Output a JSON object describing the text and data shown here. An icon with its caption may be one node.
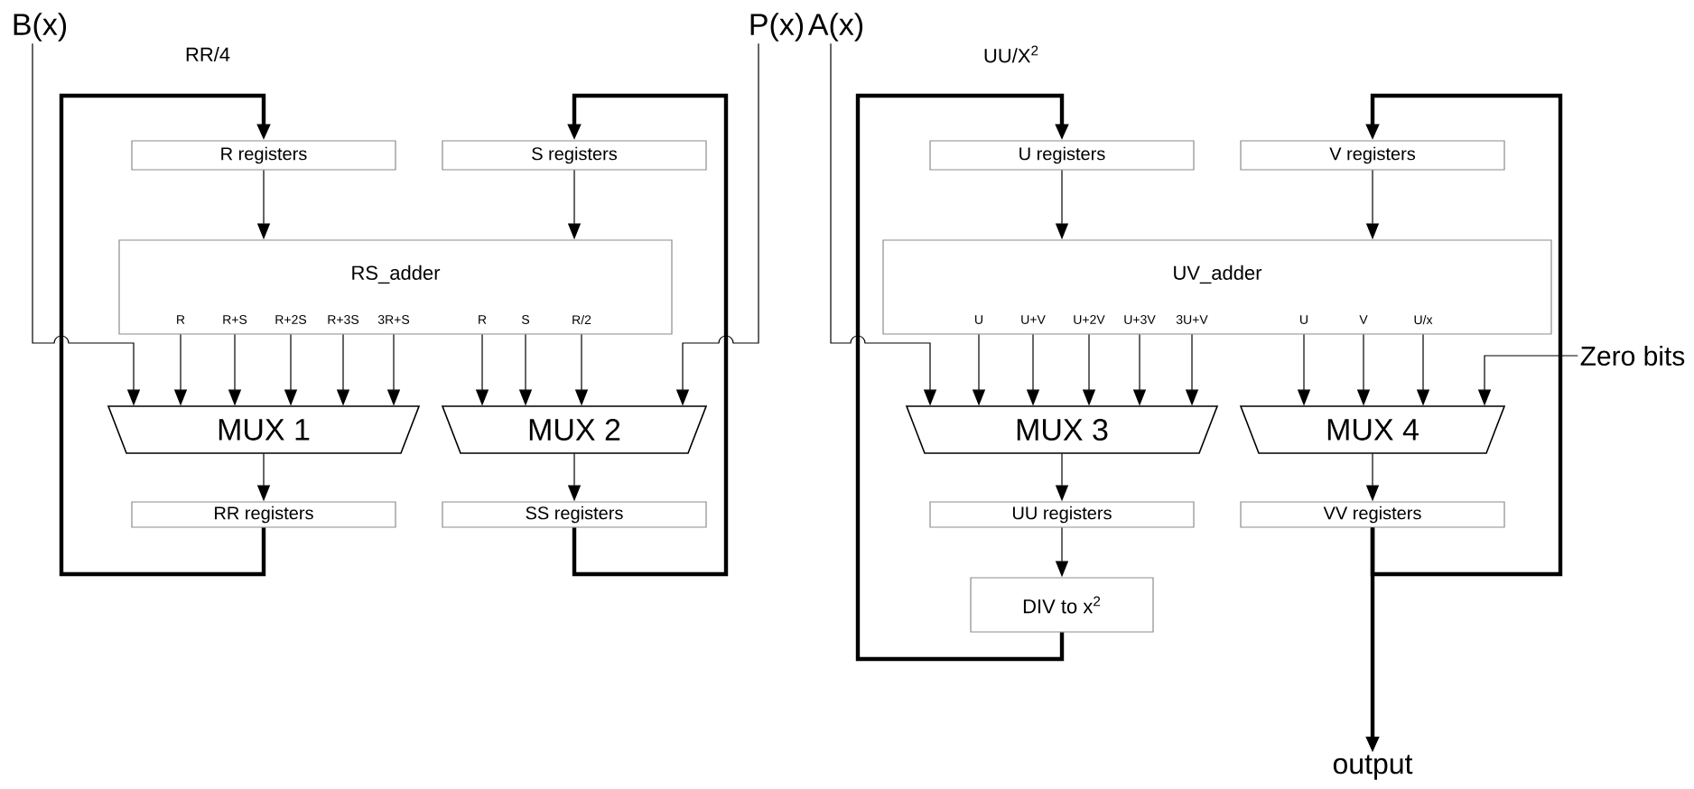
{
  "diagram": {
    "nodes": [
      {
        "text": [
          "B(x)"
        ]
      },
      {
        "text": [
          "P(x)"
        ]
      },
      {
        "text": [
          "R registers"
        ]
      },
      {
        "text": [
          "S registers"
        ]
      },
      {
        "text": [
          "RS_adder",
          "R",
          "R+S",
          "R+2S",
          "R+3S",
          "3R+S",
          "R",
          "S",
          "R/2"
        ]
      },
      {
        "text": [
          "MUX 1"
        ]
      },
      {
        "text": [
          "MUX 2"
        ]
      },
      {
        "text": [
          "RR registers"
        ]
      },
      {
        "text": [
          "SS registers"
        ]
      },
      {
        "text": [
          "A(x)"
        ]
      },
      {
        "text": [
          "U registers"
        ]
      },
      {
        "text": [
          "V registers"
        ]
      },
      {
        "text": [
          "UV_adder",
          "U",
          "U+V",
          "U+2V",
          "U+3V",
          "3U+V",
          "U",
          "V",
          "U/x"
        ]
      },
      {
        "text": [
          "MUX 3"
        ]
      },
      {
        "text": [
          "MUX 4"
        ]
      },
      {
        "text": [
          "UU registers"
        ]
      },
      {
        "text": [
          "VV registers"
        ]
      },
      {
        "text": [
          "DIV to x$^{2}$"
        ]
      },
      {
        "text": [
          "Zero bits"
        ]
      },
      {
        "text": [
          "output"
        ]
      }
    ],
    "edges": [
      {
        "from": 0,
        "to": 5,
        "arrow": "to"
      },
      {
        "from": 1,
        "to": 6,
        "arrow": "to"
      },
      {
        "from": 2,
        "to": 4,
        "arrow": "to"
      },
      {
        "from": 3,
        "to": 4,
        "arrow": "to"
      },
      {
        "from": 4,
        "to": 5,
        "arrow": "to"
      },
      {
        "from": 4,
        "to": 5,
        "arrow": "to"
      },
      {
        "from": 4,
        "to": 5,
        "arrow": "to"
      },
      {
        "from": 4,
        "to": 5,
        "arrow": "to"
      },
      {
        "from": 4,
        "to": 5,
        "arrow": "to"
      },
      {
        "from": 4,
        "to": 6,
        "arrow": "to"
      },
      {
        "from": 4,
        "to": 6,
        "arrow": "to"
      },
      {
        "from": 4,
        "to": 6,
        "arrow": "to"
      },
      {
        "from": 5,
        "to": 7,
        "arrow": "to"
      },
      {
        "from": 6,
        "to": 8,
        "arrow": "to"
      },
      {
        "from": 7,
        "to": 2,
        "arrow": "to",
        "style": "thick",
        "label": "RR/4"
      },
      {
        "from": 8,
        "to": 3,
        "arrow": "to",
        "style": "thick"
      },
      {
        "from": 9,
        "to": 13,
        "arrow": "to"
      },
      {
        "from": 10,
        "to": 12,
        "arrow": "to"
      },
      {
        "from": 11,
        "to": 12,
        "arrow": "to"
      },
      {
        "from": 12,
        "to": 13,
        "arrow": "to"
      },
      {
        "from": 12,
        "to": 13,
        "arrow": "to"
      },
      {
        "from": 12,
        "to": 13,
        "arrow": "to"
      },
      {
        "from": 12,
        "to": 13,
        "arrow": "to"
      },
      {
        "from": 12,
        "to": 13,
        "arrow": "to"
      },
      {
        "from": 12,
        "to": 14,
        "arrow": "to"
      },
      {
        "from": 12,
        "to": 14,
        "arrow": "to"
      },
      {
        "from": 12,
        "to": 14,
        "arrow": "to"
      },
      {
        "from": 18,
        "to": 14,
        "arrow": "to"
      },
      {
        "from": 13,
        "to": 15,
        "arrow": "to"
      },
      {
        "from": 14,
        "to": 16,
        "arrow": "to"
      },
      {
        "from": 15,
        "to": 17,
        "arrow": "to"
      },
      {
        "from": 17,
        "to": 10,
        "arrow": "to",
        "style": "thick",
        "label": "UU/X$^{2}$"
      },
      {
        "from": 16,
        "to": 19,
        "arrow": "to",
        "style": "thick"
      },
      {
        "from": 16,
        "to": 11,
        "arrow": "to",
        "style": "thick"
      }
    ]
  }
}
